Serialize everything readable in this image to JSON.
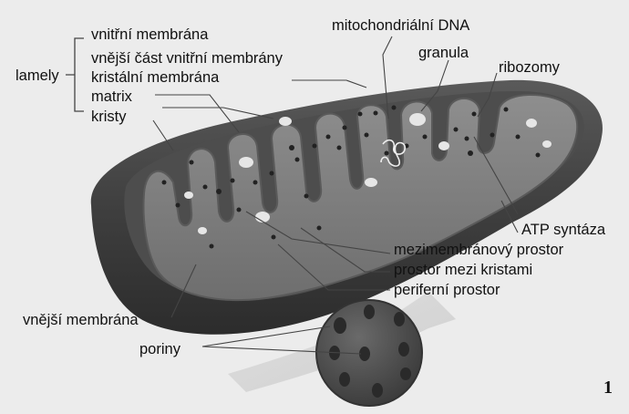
{
  "labels": {
    "vnitrni_membrana": "vnitřní membrána",
    "vnejsi_cast": "vnější část vnitřní membrány",
    "kristalni_membrana": "kristální membrána",
    "matrix": "matrix",
    "kristy": "kristy",
    "lamely": "lamely",
    "mtdna": "mitochondriální DNA",
    "granula": "granula",
    "ribozomy": "ribozomy",
    "atp_syntaza": "ATP syntáza",
    "mezimembranovy": "mezimembránový prostor",
    "prostor_mezi_kristami": "prostor mezi kristami",
    "periferni": "periferní prostor",
    "vnejsi_membrana": "vnější membrána",
    "poriny": "poriny"
  },
  "figure_number": "1"
}
